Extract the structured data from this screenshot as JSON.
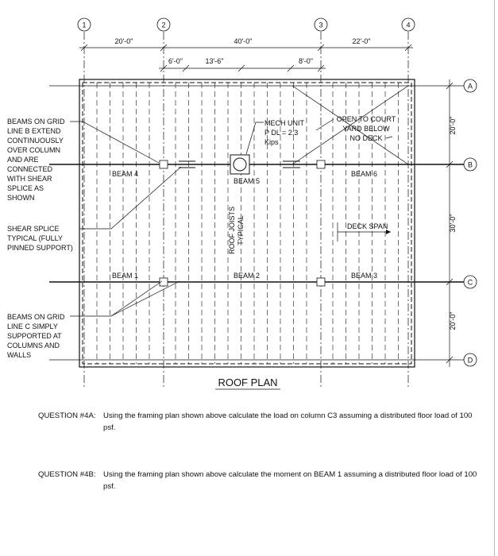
{
  "plan": {
    "title": "ROOF PLAN",
    "grid_columns": [
      "1",
      "2",
      "3",
      "4"
    ],
    "grid_rows": [
      "A",
      "B",
      "C",
      "D"
    ],
    "dimensions_top": [
      "20'-0\"",
      "40'-0\"",
      "22'-0\""
    ],
    "dimensions_sub": [
      "6'-0\"",
      "13'-6\"",
      "8'-0\""
    ],
    "dimensions_right": [
      "20'-0\"",
      "30'-0\"",
      "20'-0\""
    ],
    "beams": [
      "BEAM 4",
      "BEAM 5",
      "BEAM 6",
      "BEAM 1",
      "BEAM 2",
      "BEAM 3"
    ],
    "notes": {
      "beams_grid_b": [
        "BEAMS ON GRID",
        "LINE B EXTEND",
        "CONTINUOUSLY",
        "OVER COLUMN",
        "AND ARE",
        "CONNECTED",
        "WITH SHEAR",
        "SPLICE AS",
        "SHOWN"
      ],
      "shear_splice": [
        "SHEAR SPLICE",
        "TYPICAL (FULLY",
        "PINNED SUPPORT)"
      ],
      "beams_grid_c": [
        "BEAMS ON GRID",
        "LINE C SIMPLY",
        "SUPPORTED AT",
        "COLUMNS AND",
        "WALLS"
      ],
      "mech_unit": [
        "MECH UNIT",
        "P DL = 2.3",
        "Kips"
      ],
      "open_court": [
        "OPEN TO COURT",
        "YARD BELOW",
        "NO DECK"
      ],
      "deck_span": "DECK SPAN",
      "roof_joists": [
        "ROOF JOISTS",
        "TYPICAL"
      ]
    }
  },
  "questions": [
    {
      "label": "QUESTION #4A:",
      "text": "Using the framing plan shown above calculate the load on column C3 assuming a distributed floor load of 100 psf."
    },
    {
      "label": "QUESTION #4B:",
      "text": "Using the framing plan shown above calculate the moment on BEAM 1 assuming a distributed floor load of 100 psf."
    }
  ]
}
